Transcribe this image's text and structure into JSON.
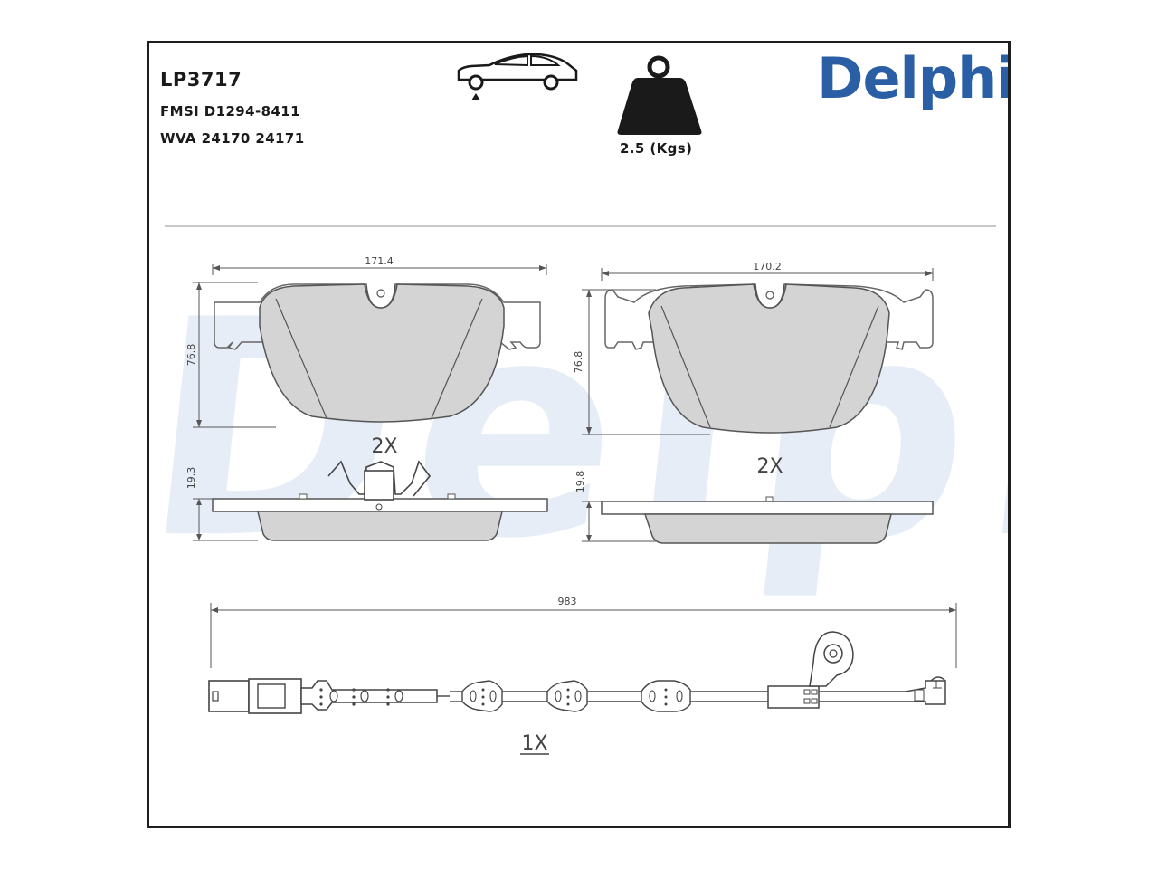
{
  "header": {
    "part_number": "LP3717",
    "fmsi": "FMSI D1294-8411",
    "wva": "WVA 24170 24171",
    "weight": "2.5 (Kgs)",
    "brand": "Delphi"
  },
  "watermark": "Delphi",
  "icons": {
    "car": "car-front-axle-icon",
    "weight": "weight-icon"
  },
  "pad_left": {
    "width": "171.4",
    "height": "76.8",
    "thickness": "19.3",
    "quantity": "2X"
  },
  "pad_right": {
    "width": "170.2",
    "height": "76.8",
    "thickness": "19.8",
    "quantity": "2X"
  },
  "sensor": {
    "length": "983",
    "quantity": "1X"
  },
  "colors": {
    "brand": "#2a5fa6",
    "friction": "#d4d4d4",
    "outline": "#555555",
    "watermark": "#e6edf6"
  }
}
